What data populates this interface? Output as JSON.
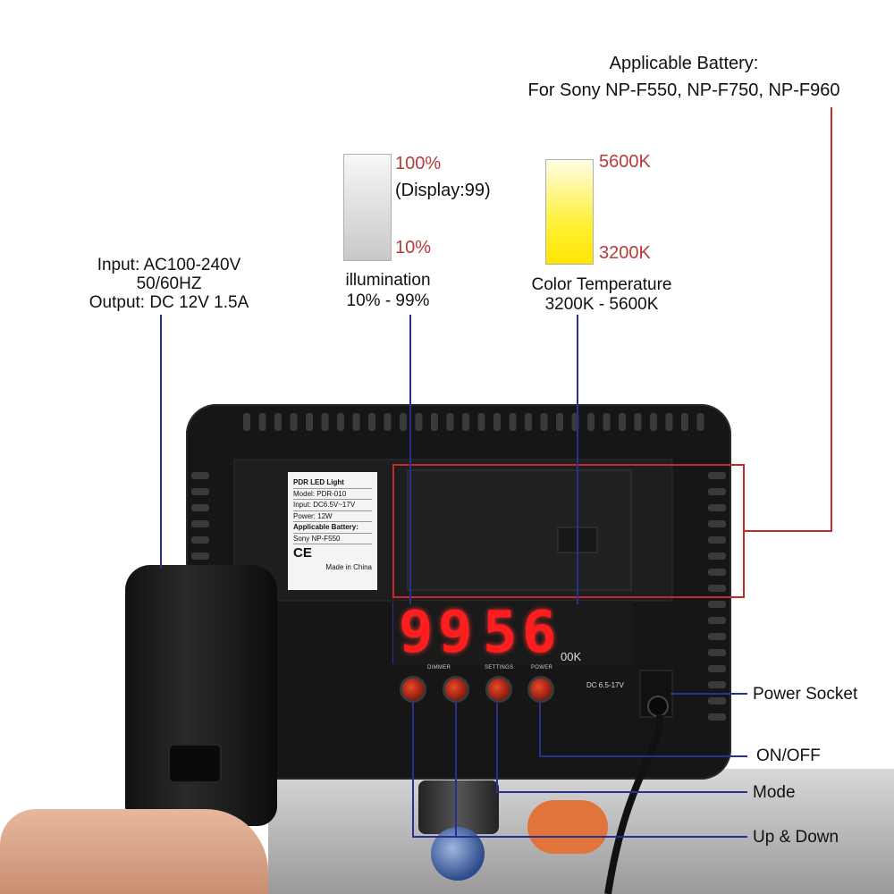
{
  "battery": {
    "title": "Applicable Battery:",
    "models": "For Sony NP-F550, NP-F750, NP-F960"
  },
  "power_supply": {
    "input_line": "Input: AC100-240V",
    "freq_line": "50/60HZ",
    "output_line": "Output: DC 12V 1.5A"
  },
  "illumination": {
    "max": "100%",
    "display_note": "(Display:99)",
    "min": "10%",
    "title": "illumination",
    "range": "10% - 99%"
  },
  "color_temperature": {
    "max": "5600K",
    "min": "3200K",
    "title": "Color Temperature",
    "range": "3200K - 5600K"
  },
  "device_label": {
    "brand": "PDR LED Light",
    "model": "Model: PDR-010",
    "input": "Input: DC6.5V~17V",
    "power": "Power: 12W",
    "battery_title": "Applicable Battery:",
    "battery_model": "Sony NP-F550",
    "marks": "CE",
    "origin": "Made in China"
  },
  "display": {
    "digits": [
      "9",
      "9",
      "5",
      "6"
    ],
    "unit": "00K"
  },
  "buttons": {
    "dimmer": "DIMMER",
    "settings": "SETTINGS",
    "power": "POWER",
    "dc_label": "DC 6.5-17V"
  },
  "callouts": {
    "power_socket": "Power Socket",
    "on_off": "ON/OFF",
    "mode": "Mode",
    "up_down": "Up & Down"
  },
  "colors": {
    "callout_blue": "#2b2f8f",
    "callout_red": "#c8282c",
    "accent_text_red": "#b83a3a",
    "display_red": "#ff1e1e"
  }
}
